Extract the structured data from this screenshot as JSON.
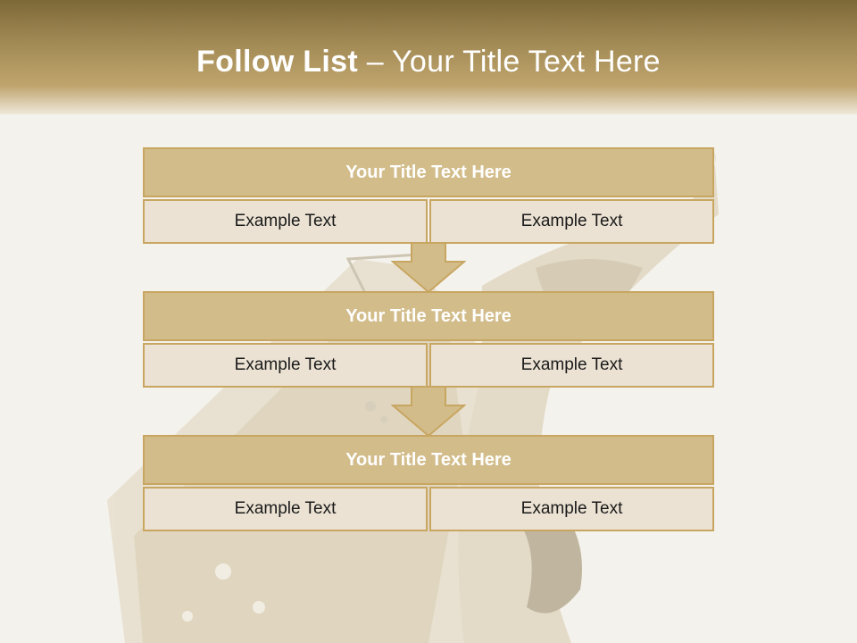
{
  "slide": {
    "title_bold": "Follow List",
    "title_rest": "  – Your Title Text Here"
  },
  "list": {
    "blocks": [
      {
        "title": "Your Title Text Here",
        "left": "Example Text",
        "right": "Example Text"
      },
      {
        "title": "Your Title Text Here",
        "left": "Example Text",
        "right": "Example Text"
      },
      {
        "title": "Your Title Text Here",
        "left": "Example Text",
        "right": "Example Text"
      }
    ]
  },
  "colors": {
    "header_dark": "#7d6838",
    "title_fill": "#d2bc8a",
    "cell_fill": "#ebe2d3",
    "border": "#c8a661"
  },
  "icons": [
    "down-arrow-icon"
  ]
}
